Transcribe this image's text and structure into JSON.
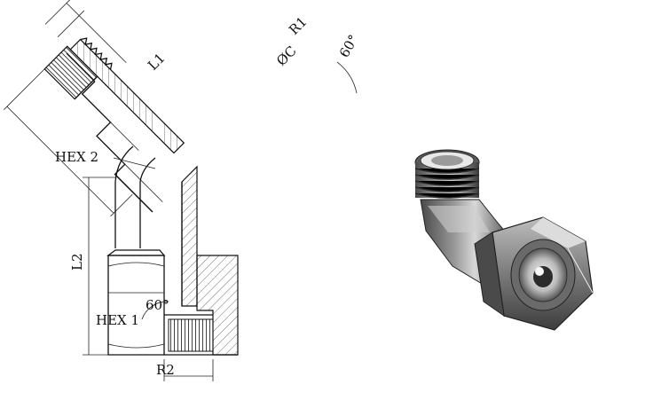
{
  "labels": {
    "l1": "L1",
    "r1": "R1",
    "phi_c": "ØC",
    "angle_top": "60°",
    "hex2": "HEX 2",
    "l2": "L2",
    "hex1": "HEX 1",
    "angle_bottom": "60°",
    "r2": "R2"
  },
  "colors": {
    "line": "#111111",
    "metal_dark": "#3a3a3a",
    "metal_mid": "#8a8a8a",
    "metal_light": "#d9d9d9"
  }
}
